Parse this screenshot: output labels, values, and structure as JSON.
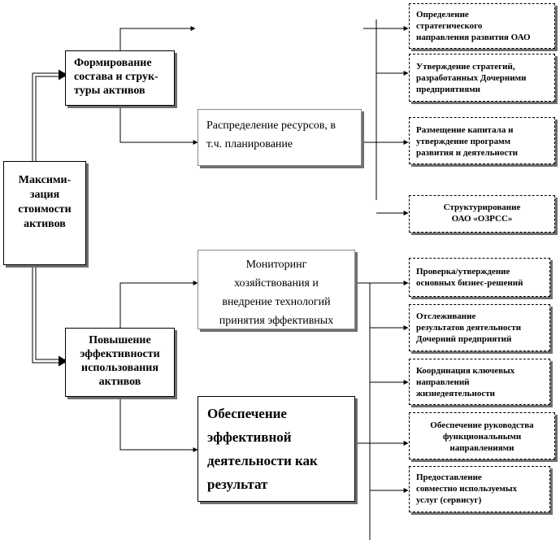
{
  "root": {
    "text": "Максими-\nзация\nстоимости\nактивов"
  },
  "branch1": {
    "text": "Формирование\nсостава и струк-\nтуры активов"
  },
  "branch2": {
    "text": "Повышение\nэффективности\nиспользования\nактивов"
  },
  "mid1": {
    "text": "Распределение ресурсов, в\nт.ч. планирование"
  },
  "mid2": {
    "text": "Мониторинг\nхозяйствования и\nвнедрение технологий\nпринятия эффективных"
  },
  "mid3": {
    "text": "Обеспечение\nэффективной\nдеятельности       как\nрезультат"
  },
  "right": [
    "Определение\nстратегического\nнаправления развития ОАО",
    "Утверждение стратегий,\nразработанных Дочерними\nпредприятиями",
    "Размещение капитала и\nутверждение программ\nразвития и деятельности",
    "Структурирование\nОАО «ОЗРСС»",
    "Проверка/утверждение\nосновных бизнес-решений",
    "Отслеживание\nрезультатов деятельности\nДочерний предприятий",
    "Координация ключевых\nнаправлений\nжизнедеятельности",
    "Обеспечение руководства\nфункциональными\nнаправлениями",
    "Предоставление\nсовместно используемых\nуслуг (сервисуг)"
  ]
}
